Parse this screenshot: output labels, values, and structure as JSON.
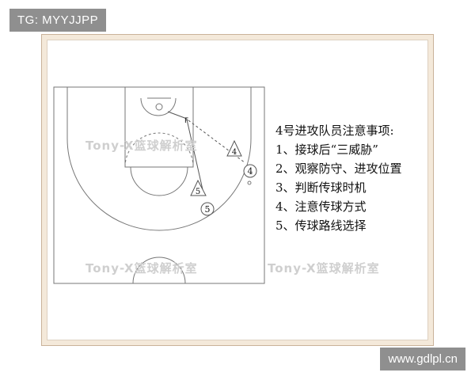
{
  "badges": {
    "tg_label": "TG: MYYJJPP",
    "site_label": "www.gdlpl.cn"
  },
  "watermark": {
    "text": "Tony-X篮球解析室"
  },
  "diagram": {
    "players": [
      {
        "id": "4",
        "shape": "triangle-defender",
        "label": "4"
      },
      {
        "id": "4",
        "shape": "circle-attacker",
        "label": "4"
      },
      {
        "id": "5",
        "shape": "triangle-defender",
        "label": "5"
      },
      {
        "id": "5",
        "shape": "circle-attacker",
        "label": "5"
      }
    ],
    "ball_marker": "F"
  },
  "notes": {
    "title": "4号进攻队员注意事项:",
    "items": [
      "1、接球后“三威胁”",
      "2、观察防守、进攻位置",
      "3、判断传球时机",
      "4、注意传球方式",
      "5、传球路线选择"
    ]
  },
  "colors": {
    "frame": "#f4e9da",
    "frame_border": "#c9b29a",
    "court_line": "#777777",
    "badge_bg": "#8f8f8f"
  }
}
